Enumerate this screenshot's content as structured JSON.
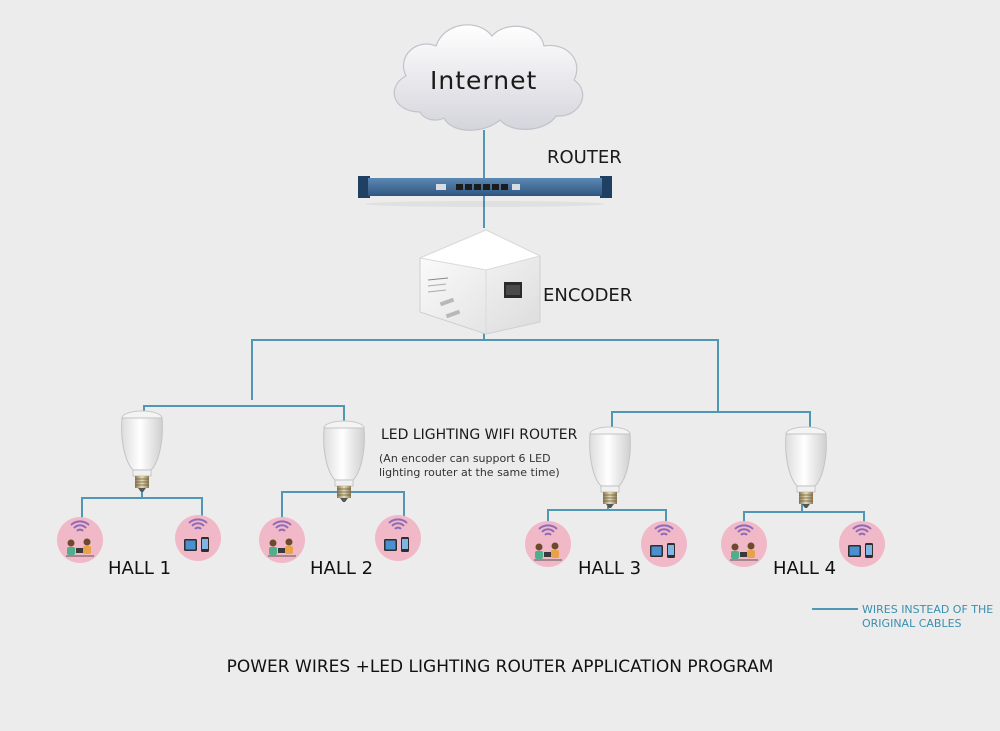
{
  "labels": {
    "internet": "Internet",
    "router": "ROUTER",
    "encoder": "ENCODER",
    "led_router": "LED LIGHTING WIFI ROUTER",
    "led_router_note": "(An encoder can support 6 LED lighting router  at the same time)"
  },
  "halls": [
    "HALL 1",
    "HALL 2",
    "HALL 3",
    "HALL 4"
  ],
  "legend": {
    "text": "WIRES INSTEAD OF THE ORIGINAL CABLES"
  },
  "footer": "POWER WIRES +LED LIGHTING ROUTER APPLICATION PROGRAM",
  "colors": {
    "wire": "#4f97b5",
    "background": "#ececec",
    "router_body": "#3f6e99",
    "device_circle": "#f1b8c8",
    "cloud": "#e6e6ec"
  },
  "icons": [
    "cloud-icon",
    "rack-router-icon",
    "encoder-plug-icon",
    "led-bulb-icon",
    "wifi-user-icon",
    "wifi-device-icon"
  ]
}
